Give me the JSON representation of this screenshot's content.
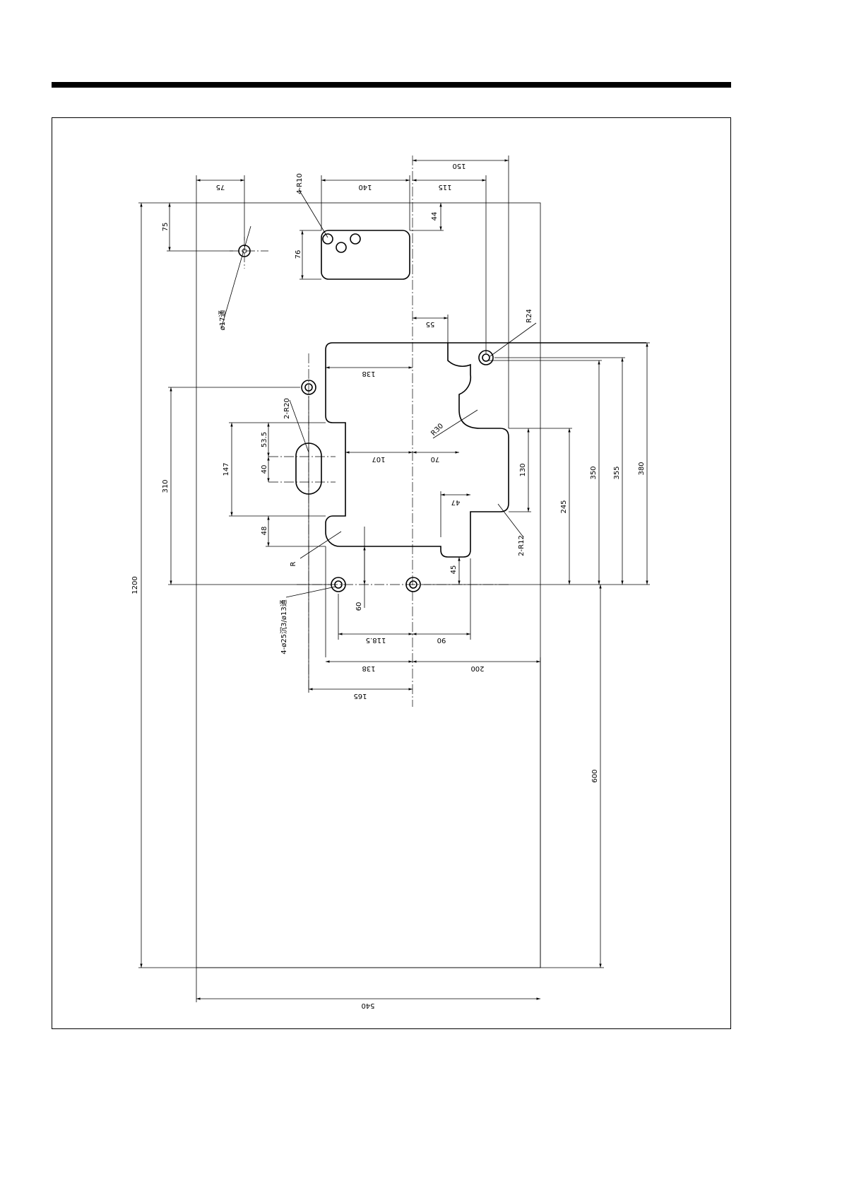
{
  "drawing": {
    "dims": {
      "overall_width": "540",
      "overall_height": "1200",
      "d150": "150",
      "d140": "140",
      "d115": "115",
      "d75_top": "75",
      "d75_left": "75",
      "d44": "44",
      "d76": "76",
      "d55": "55",
      "d138_top": "138",
      "d310": "310",
      "d147": "147",
      "d53_5": "53.5",
      "d40": "40",
      "d48": "48",
      "d107": "107",
      "d70": "70",
      "d130": "130",
      "d47": "47",
      "d45": "45",
      "d245": "245",
      "d350": "350",
      "d355": "355",
      "d380": "380",
      "d60": "60",
      "d118_5": "118.5",
      "d90": "90",
      "d138_bottom": "138",
      "d200": "200",
      "d165": "165",
      "d600": "600"
    },
    "callouts": {
      "r10": "4-R10",
      "hole17": "ø17通",
      "r24": "R24",
      "r30": "R30",
      "r20": "2-R20",
      "r12": "2-R12",
      "r": "R",
      "holes_bottom": "4-ø25沉3/ø13通"
    }
  }
}
